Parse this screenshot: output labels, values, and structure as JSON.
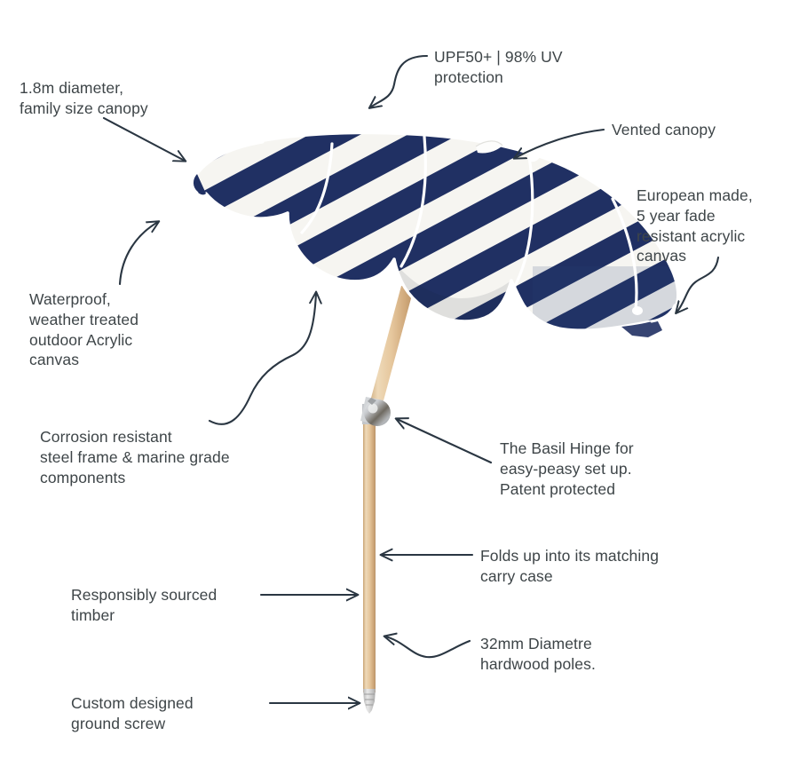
{
  "page": {
    "title": "Beach umbrella product feature diagram",
    "background_color": "#ffffff",
    "text_color": "#3e4548",
    "arrow_color": "#2a3642"
  },
  "product": {
    "name": "Striped beach umbrella",
    "canopy_navy": "#203063",
    "canopy_white": "#f6f5f1",
    "piping_color": "#ffffff",
    "pole_color": "#e3c49a",
    "pole_shade": "#c9a474",
    "hinge_color": "#b9bcc0",
    "ground_screw_color": "#cfcfcf"
  },
  "annotations": [
    {
      "id": "diameter",
      "text": "1.8m diameter,\nfamily size canopy",
      "arrow": "straight-down-right"
    },
    {
      "id": "upf",
      "text": "UPF50+ | 98% UV\nprotection",
      "arrow": "s-curve-down-left"
    },
    {
      "id": "vented",
      "text": "Vented canopy",
      "arrow": "long-curve-down-left"
    },
    {
      "id": "european",
      "text": "European made,\n5 year fade\nresistant acrylic\ncanvas",
      "arrow": "s-curve-down-left"
    },
    {
      "id": "waterproof",
      "text": "Waterproof,\nweather treated\noutdoor Acrylic\ncanvas",
      "arrow": "curve-up-right"
    },
    {
      "id": "corrosion",
      "text": "Corrosion resistant\nsteel frame & marine grade\ncomponents",
      "arrow": "long-s-curve-up-right"
    },
    {
      "id": "hinge",
      "text": "The Basil Hinge for\neasy-peasy set up.\nPatent protected",
      "arrow": "straight-up-left"
    },
    {
      "id": "folds",
      "text": "Folds up into its matching\ncarry case",
      "arrow": "straight-left"
    },
    {
      "id": "diametre",
      "text": "32mm Diametre\nhardwood poles.",
      "arrow": "wavy-left"
    },
    {
      "id": "timber",
      "text": "Responsibly sourced\ntimber",
      "arrow": "straight-right"
    },
    {
      "id": "groundscrew",
      "text": "Custom designed\nground screw",
      "arrow": "straight-right"
    }
  ]
}
